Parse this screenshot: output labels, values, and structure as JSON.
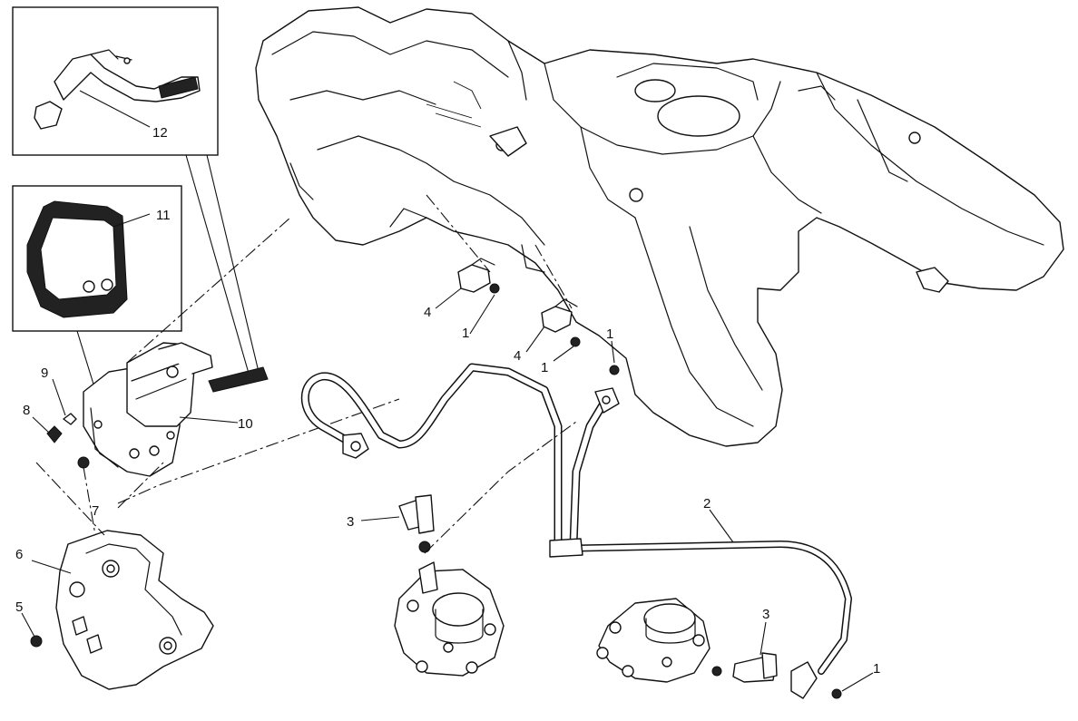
{
  "diagram": {
    "callouts": [
      {
        "id": "c1a",
        "text": "1"
      },
      {
        "id": "c1b",
        "text": "1"
      },
      {
        "id": "c1c",
        "text": "1"
      },
      {
        "id": "c1d",
        "text": "1"
      },
      {
        "id": "c2",
        "text": "2"
      },
      {
        "id": "c3a",
        "text": "3"
      },
      {
        "id": "c3b",
        "text": "3"
      },
      {
        "id": "c4a",
        "text": "4"
      },
      {
        "id": "c4b",
        "text": "4"
      },
      {
        "id": "c5",
        "text": "5"
      },
      {
        "id": "c6",
        "text": "6"
      },
      {
        "id": "c7",
        "text": "7"
      },
      {
        "id": "c8",
        "text": "8"
      },
      {
        "id": "c9",
        "text": "9"
      },
      {
        "id": "c10",
        "text": "10"
      },
      {
        "id": "c11",
        "text": "11"
      },
      {
        "id": "c12",
        "text": "12"
      }
    ]
  }
}
